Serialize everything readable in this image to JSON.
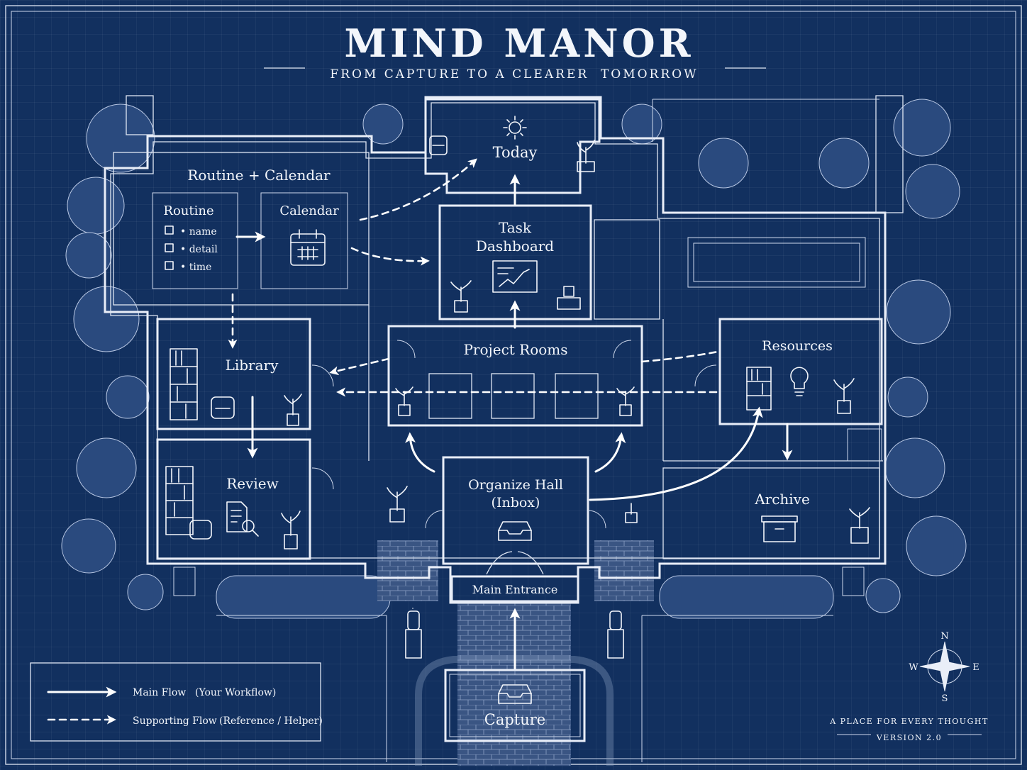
{
  "title": "MIND MANOR",
  "subtitle": "FROM CAPTURE TO A CLEARER  TOMORROW",
  "rooms": {
    "today": "Today",
    "routine_calendar": "Routine + Calendar",
    "routine": "Routine",
    "routine_items": [
      "• name",
      "• detail",
      "• time"
    ],
    "calendar": "Calendar",
    "task_dashboard_line1": "Task",
    "task_dashboard_line2": "Dashboard",
    "project_rooms": "Project Rooms",
    "library": "Library",
    "review": "Review",
    "resources": "Resources",
    "organize_line1": "Organize Hall",
    "organize_line2": "(Inbox)",
    "archive": "Archive",
    "main_entrance": "Main Entrance",
    "capture": "Capture"
  },
  "legend": {
    "main_flow": "Main Flow",
    "main_flow_note": "(Your Workflow)",
    "supporting_flow": "Supporting Flow",
    "supporting_flow_note": "(Reference / Helper)"
  },
  "compass": {
    "n": "N",
    "s": "S",
    "e": "E",
    "w": "W"
  },
  "footer": {
    "tagline": "A PLACE FOR EVERY THOUGHT",
    "version": "VERSION 2.0"
  },
  "colors": {
    "background": "#12305f",
    "lines": "#e9eef8"
  }
}
